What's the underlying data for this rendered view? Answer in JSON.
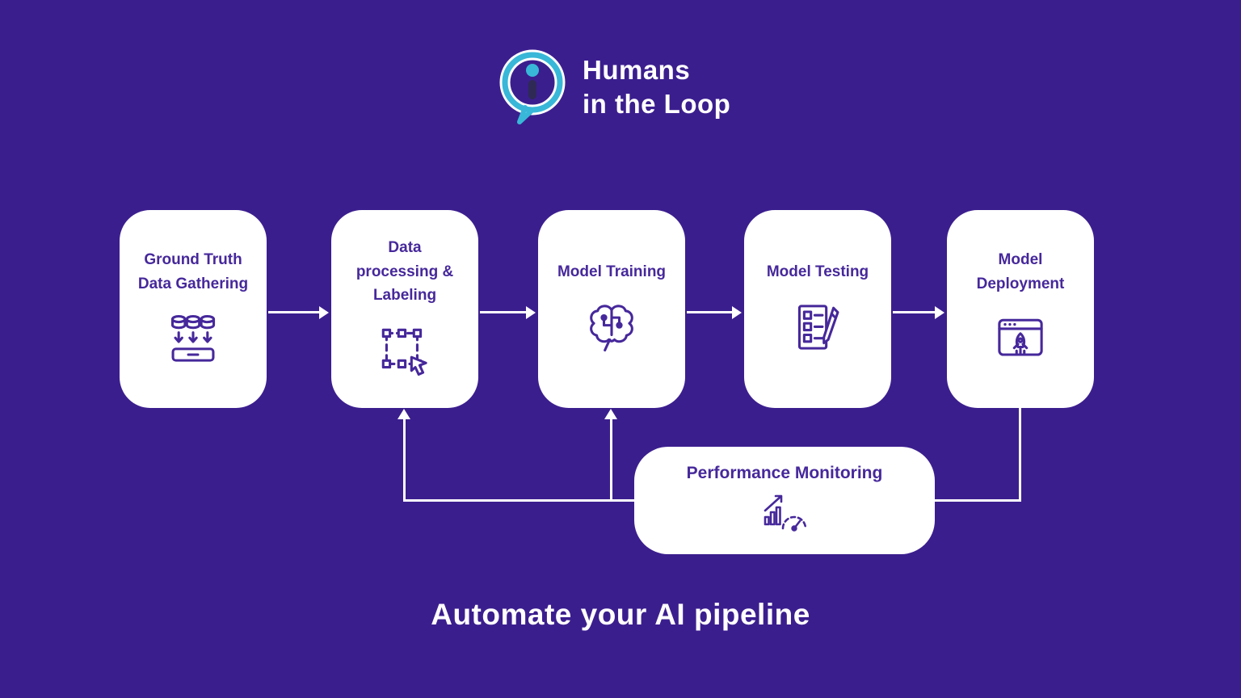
{
  "colors": {
    "background": "#3b1e8e",
    "box_fill": "#ffffff",
    "accent_text": "#46289b",
    "connector": "#ffffff",
    "logo_teal": "#38b7d8",
    "logo_ink": "#2e2a55"
  },
  "logo": {
    "line1": "Humans",
    "line2": "in the Loop"
  },
  "pipeline": {
    "steps": [
      {
        "label": "Ground Truth Data Gathering",
        "icon": "database-gathering-icon"
      },
      {
        "label": "Data processing & Labeling",
        "icon": "selection-cursor-icon"
      },
      {
        "label": "Model Training",
        "icon": "brain-circuit-icon"
      },
      {
        "label": "Model Testing",
        "icon": "checklist-pencil-icon"
      },
      {
        "label": "Model Deployment",
        "icon": "rocket-browser-icon"
      }
    ]
  },
  "monitoring": {
    "label": "Performance Monitoring",
    "icon": "performance-gauge-icon"
  },
  "tagline": "Automate your AI pipeline"
}
